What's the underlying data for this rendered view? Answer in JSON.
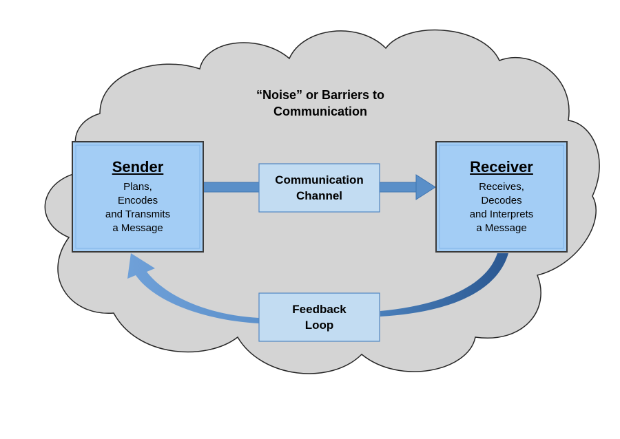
{
  "noise": {
    "title": "“Noise” or Barriers to\nCommunication"
  },
  "sender": {
    "title": "Sender",
    "description": "Plans,\nEncodes\nand Transmits\na Message"
  },
  "receiver": {
    "title": "Receiver",
    "description": "Receives,\nDecodes\nand Interprets\na Message"
  },
  "channel": {
    "label": "Communication\nChannel"
  },
  "feedback": {
    "label": "Feedback\nLoop"
  },
  "colors": {
    "cloud_fill": "#d4d4d4",
    "cloud_stroke": "#262626",
    "box_fill": "#a3cdf5",
    "label_box_fill": "#c2dcf2",
    "arrow": "#5a8fc8"
  }
}
